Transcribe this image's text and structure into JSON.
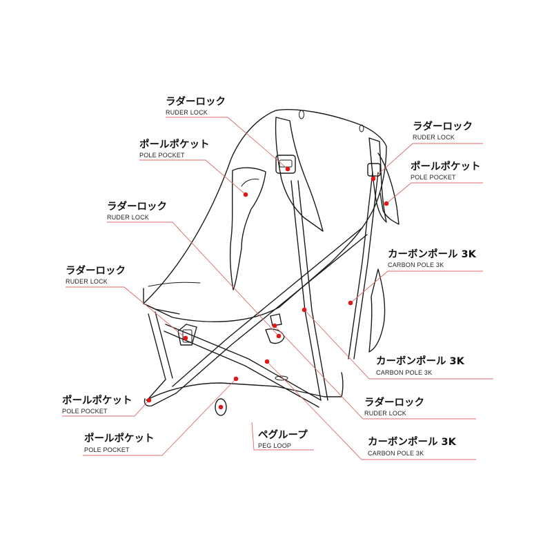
{
  "accent_color": "#e01818",
  "leader_color": "#d86a6a",
  "callouts": [
    {
      "jp": "ラダーロック",
      "en": "RUDER LOCK"
    },
    {
      "jp": "ポールポケット",
      "en": "POLE POCKET"
    },
    {
      "jp": "ラダーロック",
      "en": "RUDER LOCK"
    },
    {
      "jp": "ラダーロック",
      "en": "RUDER LOCK"
    },
    {
      "jp": "ポールポケット",
      "en": "POLE POCKET"
    },
    {
      "jp": "ポールポケット",
      "en": "POLE POCKET"
    },
    {
      "jp": "ラダーロック",
      "en": "RUDER LOCK"
    },
    {
      "jp": "ポールポケット",
      "en": "POLE POCKET"
    },
    {
      "jp": "カーボンポール 3K",
      "en": "CARBON POLE 3K"
    },
    {
      "jp": "カーボンポール 3K",
      "en": "CARBON POLE 3K"
    },
    {
      "jp": "ラダーロック",
      "en": "RUDER LOCK"
    },
    {
      "jp": "ペグループ",
      "en": "PEG LOOP"
    },
    {
      "jp": "カーボンポール 3K",
      "en": "CARBON POLE 3K"
    }
  ]
}
